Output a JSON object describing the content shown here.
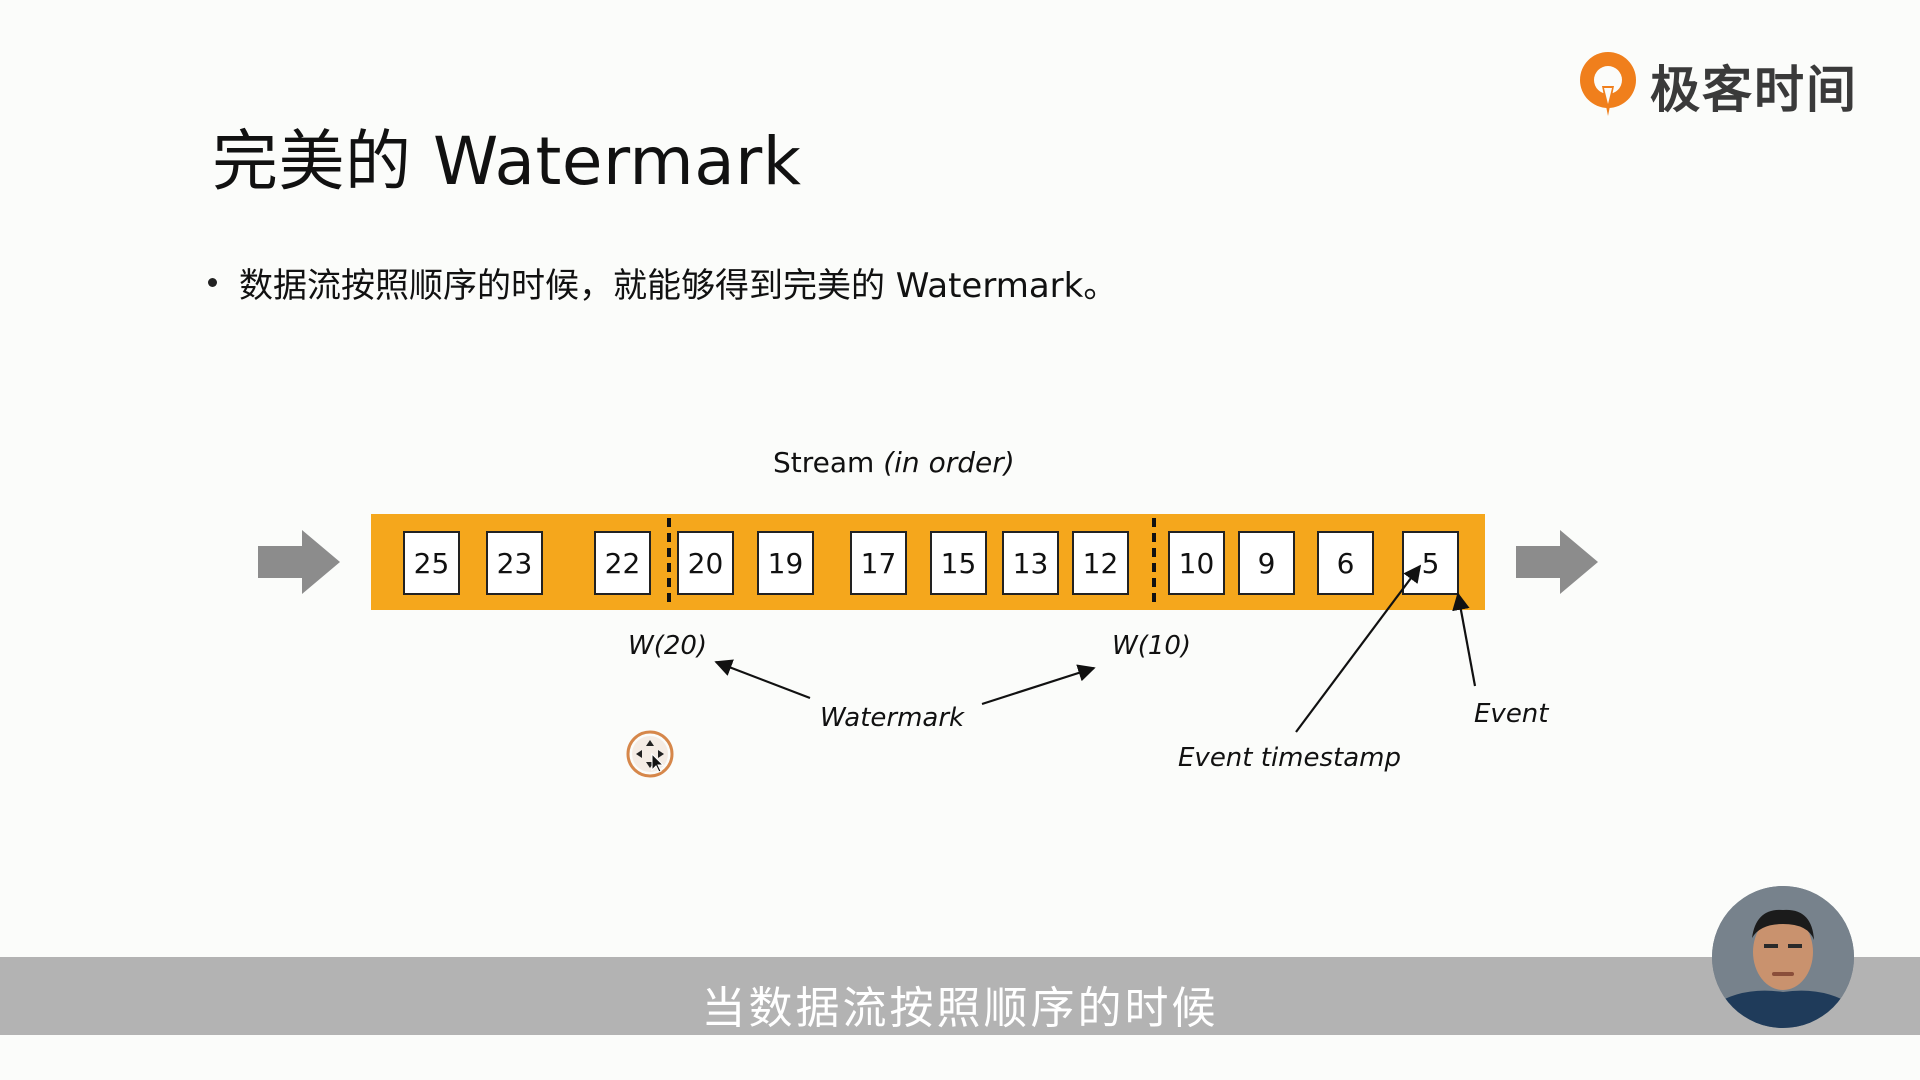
{
  "logo": {
    "text": "极客时间",
    "accent_color": "#f07f1c"
  },
  "slide": {
    "title": "完美的 Watermark",
    "bullet": "数据流按照顺序的时候，就能够得到完美的 Watermark。"
  },
  "diagram": {
    "stream_label": "Stream",
    "stream_label_qualifier": "(in order)",
    "bar_color": "#f5a71c",
    "arrow_color": "#8c8c8c",
    "boxes": [
      "25",
      "23",
      "22",
      "20",
      "19",
      "17",
      "15",
      "13",
      "12",
      "10",
      "9",
      "6",
      "5"
    ],
    "watermark_labels": [
      "W(20)",
      "W(10)"
    ],
    "annotation_watermark": "Watermark",
    "annotation_event": "Event",
    "annotation_event_timestamp": "Event timestamp"
  },
  "subtitle": {
    "text": "当数据流按照顺序的时候"
  },
  "presenter": {
    "icon": "presenter-avatar-icon"
  },
  "cursor": {
    "icon": "move-cursor-icon"
  }
}
